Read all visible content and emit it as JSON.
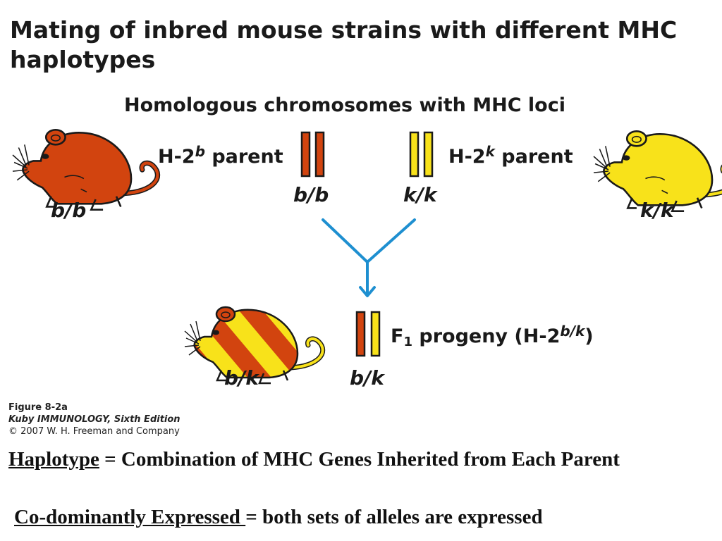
{
  "title": "Mating of inbred mouse strains with different MHC haplotypes",
  "subheading": "Homologous chromosomes with MHC loci",
  "parents": {
    "left": {
      "label_prefix": "H-2",
      "label_sup": "b",
      "label_suffix": " parent",
      "chromosome_genotype": "b/b",
      "mouse_genotype": "b/b",
      "color": "#d2440f"
    },
    "right": {
      "label_prefix": "H-2",
      "label_sup": "k",
      "label_suffix": " parent",
      "chromosome_genotype": "k/k",
      "mouse_genotype": "k/k",
      "color": "#f8e21a"
    }
  },
  "progeny": {
    "label_prefix": "F",
    "label_sub": "1",
    "label_middle": " progeny (H-2",
    "label_sup": "b/k",
    "label_suffix": ")",
    "chromosome_genotype": "b/k",
    "mouse_genotype": "b/k"
  },
  "arrow_color": "#1e8fd0",
  "caption": {
    "figure": "Figure 8-2a",
    "book": "Kuby IMMUNOLOGY, Sixth Edition",
    "copyright": "© 2007 W. H. Freeman and Company"
  },
  "definitions": {
    "haplotype_term": "Haplotype",
    "haplotype_text": " = Combination of  MHC Genes Inherited from Each Parent",
    "codominant_term": "Co-dominantly Expressed ",
    "codominant_text": "= both sets of alleles are expressed"
  }
}
